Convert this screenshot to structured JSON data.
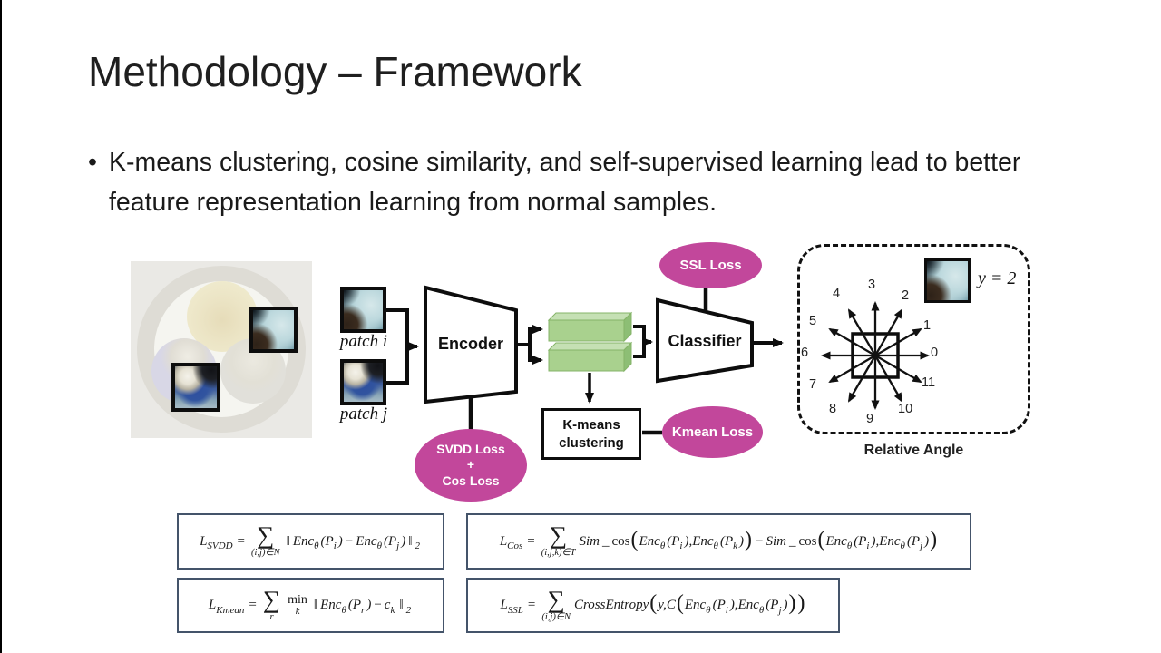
{
  "slide": {
    "title": "Methodology – Framework",
    "bullet_marker": "•",
    "bullet": "K-means clustering, cosine similarity, and self-supervised learning lead to better feature representation learning from normal samples."
  },
  "diagram": {
    "patch_i_label": "patch i",
    "patch_j_label": "patch j",
    "encoder_label": "Encoder",
    "classifier_label": "Classifier",
    "ssl_loss_label": "SSL Loss",
    "svdd_loss_lines": [
      "SVDD Loss",
      "+",
      "Cos Loss"
    ],
    "kmean_loss_label": "Kmean Loss",
    "kmeans_box_lines": [
      "K-means",
      "clustering"
    ],
    "relative_angle": {
      "caption": "Relative Angle",
      "y_label": "y = 2",
      "directions": [
        "0",
        "1",
        "2",
        "3",
        "4",
        "5",
        "6",
        "7",
        "8",
        "9",
        "10",
        "11"
      ]
    },
    "colors": {
      "loss_pink": "#c2479b",
      "bar_green": "#a9d18e",
      "bar_green_top": "#c5e0b4",
      "bar_green_side": "#8dbe75"
    }
  },
  "formulas": [
    {
      "name": "L_SVDD",
      "tokens": [
        {
          "k": "v",
          "t": "L"
        },
        {
          "k": "s",
          "t": "SVDD"
        },
        {
          "k": "o",
          "t": "="
        },
        {
          "k": "sum",
          "t": "∑",
          "u": "(i,j)∈N"
        },
        {
          "k": "o",
          "t": "‖"
        },
        {
          "k": "v",
          "t": "Enc"
        },
        {
          "k": "s",
          "t": "θ"
        },
        {
          "k": "v",
          "t": "(P"
        },
        {
          "k": "s",
          "t": "i"
        },
        {
          "k": "v",
          "t": ")"
        },
        {
          "k": "o",
          "t": "−"
        },
        {
          "k": "v",
          "t": "Enc"
        },
        {
          "k": "s",
          "t": "θ"
        },
        {
          "k": "v",
          "t": "(P"
        },
        {
          "k": "s",
          "t": "j"
        },
        {
          "k": "v",
          "t": ")"
        },
        {
          "k": "o",
          "t": "‖"
        },
        {
          "k": "s",
          "t": "2"
        }
      ]
    },
    {
      "name": "L_Cos",
      "tokens": [
        {
          "k": "v",
          "t": "L"
        },
        {
          "k": "s",
          "t": "Cos"
        },
        {
          "k": "o",
          "t": "="
        },
        {
          "k": "sum",
          "t": "∑",
          "u": "(i,j,k)∈T"
        },
        {
          "k": "v",
          "t": "Sim"
        },
        {
          "k": "o",
          "t": "_"
        },
        {
          "k": "r",
          "t": "cos"
        },
        {
          "k": "big",
          "t": "("
        },
        {
          "k": "v",
          "t": "Enc"
        },
        {
          "k": "s",
          "t": "θ"
        },
        {
          "k": "v",
          "t": "(P"
        },
        {
          "k": "s",
          "t": "i"
        },
        {
          "k": "v",
          "t": "),"
        },
        {
          "k": "v",
          "t": "Enc"
        },
        {
          "k": "s",
          "t": "θ"
        },
        {
          "k": "v",
          "t": "(P"
        },
        {
          "k": "s",
          "t": "k"
        },
        {
          "k": "v",
          "t": ")"
        },
        {
          "k": "big",
          "t": ")"
        },
        {
          "k": "o",
          "t": "−"
        },
        {
          "k": "v",
          "t": "Sim"
        },
        {
          "k": "o",
          "t": "_"
        },
        {
          "k": "r",
          "t": "cos"
        },
        {
          "k": "big",
          "t": "("
        },
        {
          "k": "v",
          "t": "Enc"
        },
        {
          "k": "s",
          "t": "θ"
        },
        {
          "k": "v",
          "t": "(P"
        },
        {
          "k": "s",
          "t": "i"
        },
        {
          "k": "v",
          "t": "),"
        },
        {
          "k": "v",
          "t": "Enc"
        },
        {
          "k": "s",
          "t": "θ"
        },
        {
          "k": "v",
          "t": "(P"
        },
        {
          "k": "s",
          "t": "j"
        },
        {
          "k": "v",
          "t": ")"
        },
        {
          "k": "big",
          "t": ")"
        }
      ]
    },
    {
      "name": "L_Kmean",
      "tokens": [
        {
          "k": "v",
          "t": "L"
        },
        {
          "k": "s",
          "t": "Kmean"
        },
        {
          "k": "o",
          "t": "="
        },
        {
          "k": "sum",
          "t": "∑",
          "u": "r"
        },
        {
          "k": "stk",
          "t": "min",
          "u": "k"
        },
        {
          "k": "o",
          "t": "‖"
        },
        {
          "k": "v",
          "t": "Enc"
        },
        {
          "k": "s",
          "t": "θ"
        },
        {
          "k": "v",
          "t": "(P"
        },
        {
          "k": "s",
          "t": "r"
        },
        {
          "k": "v",
          "t": ")"
        },
        {
          "k": "o",
          "t": "−"
        },
        {
          "k": "v",
          "t": "c"
        },
        {
          "k": "s",
          "t": "k"
        },
        {
          "k": "o",
          "t": "‖"
        },
        {
          "k": "s",
          "t": "2"
        }
      ]
    },
    {
      "name": "L_SSL",
      "tokens": [
        {
          "k": "v",
          "t": "L"
        },
        {
          "k": "s",
          "t": "SSL"
        },
        {
          "k": "o",
          "t": "="
        },
        {
          "k": "sum",
          "t": "∑",
          "u": "(i,j)∈N"
        },
        {
          "k": "v",
          "t": "CrossEntropy"
        },
        {
          "k": "big",
          "t": "("
        },
        {
          "k": "v",
          "t": "y,"
        },
        {
          "k": "v",
          "t": "C"
        },
        {
          "k": "big",
          "t": "("
        },
        {
          "k": "v",
          "t": "Enc"
        },
        {
          "k": "s",
          "t": "θ"
        },
        {
          "k": "v",
          "t": "(P"
        },
        {
          "k": "s",
          "t": "i"
        },
        {
          "k": "v",
          "t": "),"
        },
        {
          "k": "v",
          "t": "Enc"
        },
        {
          "k": "s",
          "t": "θ"
        },
        {
          "k": "v",
          "t": "(P"
        },
        {
          "k": "s",
          "t": "j"
        },
        {
          "k": "v",
          "t": ")"
        },
        {
          "k": "big",
          "t": ")"
        },
        {
          "k": "big",
          "t": ")"
        }
      ]
    }
  ]
}
